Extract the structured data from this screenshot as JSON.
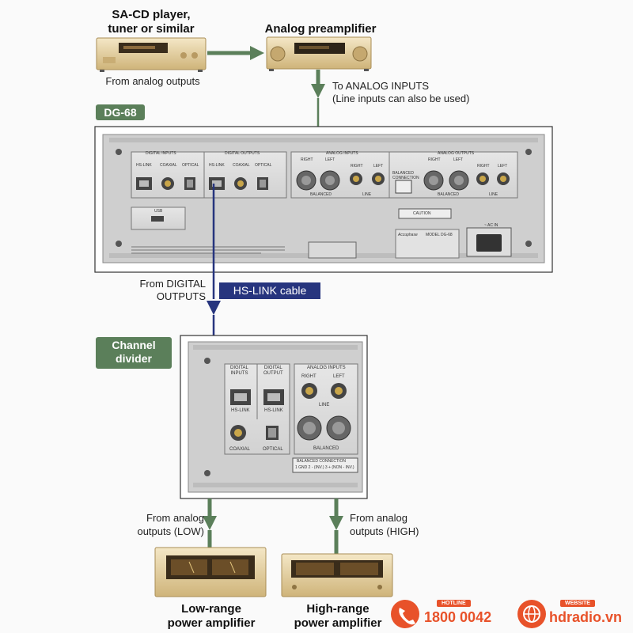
{
  "sources": {
    "sacd_title_line1": "SA-CD player,",
    "sacd_title_line2": "tuner or similar",
    "sacd_caption": "From analog outputs",
    "preamp_title": "Analog preamplifier"
  },
  "connections": {
    "analog_inputs_line1": "To ANALOG INPUTS",
    "analog_inputs_line2": "(Line inputs can also be used)",
    "digital_outputs_line1": "From DIGITAL",
    "digital_outputs_line2": "OUTPUTS",
    "hs_link_cable": "HS-LINK cable",
    "low_caption_line1": "From analog",
    "low_caption_line2": "outputs (LOW)",
    "high_caption_line1": "From analog",
    "high_caption_line2": "outputs (HIGH)"
  },
  "dg68": {
    "badge": "DG-68",
    "digital_inputs": "DIGITAL INPUTS",
    "digital_outputs": "DIGITAL OUTPUTS",
    "analog_inputs": "ANALOG INPUTS",
    "analog_outputs": "ANALOG OUTPUTS",
    "hs_link": "HS-LINK",
    "coaxial": "COAXIAL",
    "optical": "OPTICAL",
    "right": "RIGHT",
    "left": "LEFT",
    "balanced": "BALANCED",
    "line": "LINE",
    "balanced_connection": "BALANCED CONNECTION",
    "usb": "USB",
    "caution": "CAUTION",
    "model": "MODEL DG-68",
    "ac_in": "~ AC IN",
    "brand": "Accuphase"
  },
  "channel_divider": {
    "badge_line1": "Channel",
    "badge_line2": "divider",
    "digital_inputs_line1": "DIGITAL",
    "digital_inputs_line2": "INPUTS",
    "digital_output_line1": "DIGITAL",
    "digital_output_line2": "OUTPUT",
    "analog_inputs": "ANALOG INPUTS",
    "hs_link": "HS-LINK",
    "right": "RIGHT",
    "left": "LEFT",
    "line": "LINE",
    "balanced": "BALANCED",
    "coaxial": "COAXIAL",
    "optical": "OPTICAL",
    "balanced_connection": "BALANCED CONNECTION",
    "balanced_pins": "1 GND  2 - (INV.)  3 + (NON - INV.)"
  },
  "amplifiers": {
    "low_line1": "Low-range",
    "low_line2": "power amplifier",
    "high_line1": "High-range",
    "high_line2": "power amplifier"
  },
  "footer": {
    "hotline_label": "HOTLINE",
    "hotline_number": "1800 0042",
    "website_label": "WEBSITE",
    "website_url": "hdradio.vn"
  },
  "colors": {
    "green_wire": "#5b7f5a",
    "blue_cable": "#27357e",
    "badge_green": "#5b7f5a",
    "accent_orange": "#e8522a",
    "gold_panel": "#dcc592"
  }
}
